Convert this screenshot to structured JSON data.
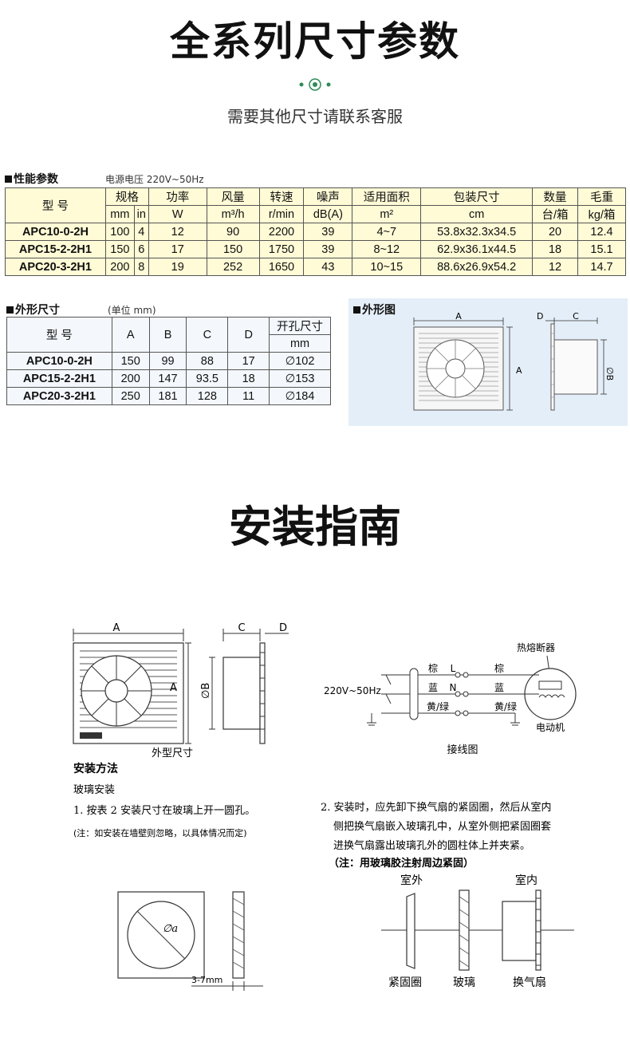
{
  "header": {
    "title": "全系列尺寸参数",
    "subtitle": "需要其他尺寸请联系客服"
  },
  "colors": {
    "accent_green": "#2e8b57",
    "perf_bg": "#fffbd6",
    "dim_bg": "#f4f8fd",
    "outline_bg": "#e4eef8"
  },
  "performance": {
    "label": "性能参数",
    "voltage_note": "电源电压  220V~50Hz",
    "headers": {
      "model": "型 号",
      "spec": "规格",
      "power": "功率",
      "airflow": "风量",
      "speed": "转速",
      "noise": "噪声",
      "area": "适用面积",
      "package": "包装尺寸",
      "qty": "数量",
      "weight": "毛重"
    },
    "units": {
      "spec_mm": "mm",
      "spec_in": "in",
      "power": "W",
      "airflow": "m³/h",
      "speed": "r/min",
      "noise": "dB(A)",
      "area": "m²",
      "package": "cm",
      "qty": "台/箱",
      "weight": "kg/箱"
    },
    "rows": [
      [
        "APC10-0-2H",
        "100",
        "4",
        "12",
        "90",
        "2200",
        "39",
        "4~7",
        "53.8x32.3x34.5",
        "20",
        "12.4"
      ],
      [
        "APC15-2-2H1",
        "150",
        "6",
        "17",
        "150",
        "1750",
        "39",
        "8~12",
        "62.9x36.1x44.5",
        "18",
        "15.1"
      ],
      [
        "APC20-3-2H1",
        "200",
        "8",
        "19",
        "252",
        "1650",
        "43",
        "10~15",
        "88.6x26.9x54.2",
        "12",
        "14.7"
      ]
    ]
  },
  "dimensions": {
    "label": "外形尺寸",
    "unit_note": "(单位 mm)",
    "headers": {
      "model": "型 号",
      "a": "A",
      "b": "B",
      "c": "C",
      "d": "D",
      "hole": "开孔尺寸",
      "hole_unit": "mm"
    },
    "rows": [
      [
        "APC10-0-2H",
        "150",
        "99",
        "88",
        "17",
        "∅102"
      ],
      [
        "APC15-2-2H1",
        "200",
        "147",
        "93.5",
        "18",
        "∅153"
      ],
      [
        "APC20-3-2H1",
        "250",
        "181",
        "128",
        "11",
        "∅184"
      ]
    ]
  },
  "outline": {
    "label": "外形图",
    "dim_a": "A",
    "dim_d": "D",
    "dim_c": "C",
    "dim_b": "∅B"
  },
  "install": {
    "title": "安装指南",
    "outline_caption": "外型尺寸",
    "wiring_caption": "接线图",
    "fuse_label": "热熔断器",
    "motor_label": "电动机",
    "voltage": "220V~50Hz",
    "wires": [
      {
        "left": "棕",
        "mid": "L",
        "right": "棕"
      },
      {
        "left": "蓝",
        "mid": "N",
        "right": "蓝"
      },
      {
        "left": "黄/绿",
        "mid": "",
        "right": "黄/绿"
      }
    ],
    "method_title": "安装方法",
    "glass_title": "玻璃安装",
    "step1": "1. 按表 2 安装尺寸在玻璃上开一圆孔。",
    "note1": "(注：如安装在墙壁则忽略，以具体情况而定)",
    "step2_lines": [
      "2. 安装时，应先卸下换气扇的紧固圈，然后从室内",
      "侧把换气扇嵌入玻璃孔中，从室外侧把紧固圈套",
      "进换气扇露出玻璃孔外的圆柱体上并夹紧。"
    ],
    "note2": "（注：用玻璃胶注射周边紧固）",
    "outdoor": "室外",
    "indoor": "室内",
    "ring_label": "紧固圈",
    "glass_label": "玻璃",
    "fan_label": "换气扇",
    "hole_label": "∅a",
    "thickness_label": "3-7mm",
    "dim_a": "A",
    "dim_b": "∅B",
    "dim_c": "C",
    "dim_d": "D"
  }
}
